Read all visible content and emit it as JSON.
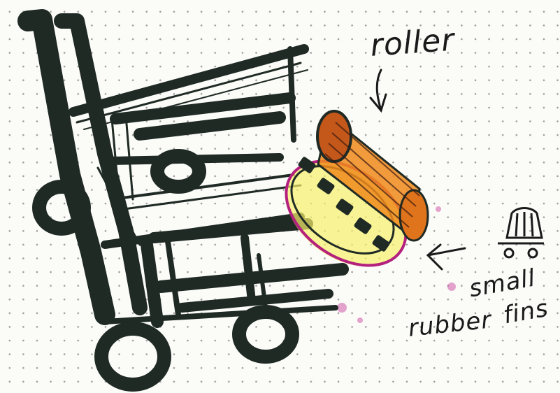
{
  "labels": {
    "roller": "roller",
    "small": "small",
    "rubber": "rubber",
    "fins": "fins"
  },
  "colors": {
    "ink": "#1f2a25",
    "roller_orange": "#f08a1c",
    "roller_dark": "#c4571a",
    "highlight_yellow": "#f7ef6a",
    "marker_magenta": "#b3207e",
    "paper": "#fbfbf8"
  },
  "icons": [
    "wheelchair-sketch",
    "roller-drum",
    "rubber-fins-track",
    "arrow-down",
    "arrow-left",
    "fin-detail-icon"
  ]
}
